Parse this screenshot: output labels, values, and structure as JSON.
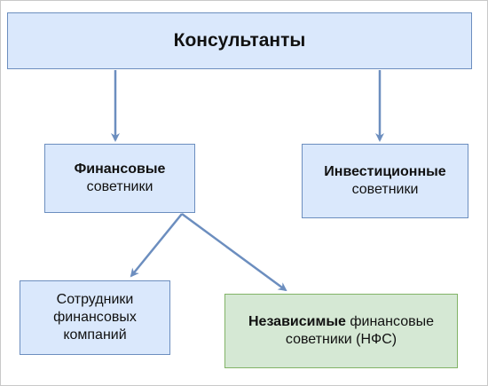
{
  "nodes": {
    "root": {
      "text": "Консультанты"
    },
    "financial": {
      "bold": "Финансовые",
      "normal": "советники"
    },
    "investment": {
      "bold": "Инвестиционные",
      "normal": "советники"
    },
    "employees": {
      "line1": "Сотрудники",
      "line2": "финансовых",
      "line3": "компаний"
    },
    "independent": {
      "bold": "Независимые",
      "normal1": "финансовые",
      "normal2": "советники (НФС)"
    }
  },
  "colors": {
    "blue_fill": "#dae8fc",
    "blue_stroke": "#6c8ebf",
    "green_fill": "#d5e8d4",
    "green_stroke": "#82b366",
    "arrow": "#6c8ebf"
  }
}
